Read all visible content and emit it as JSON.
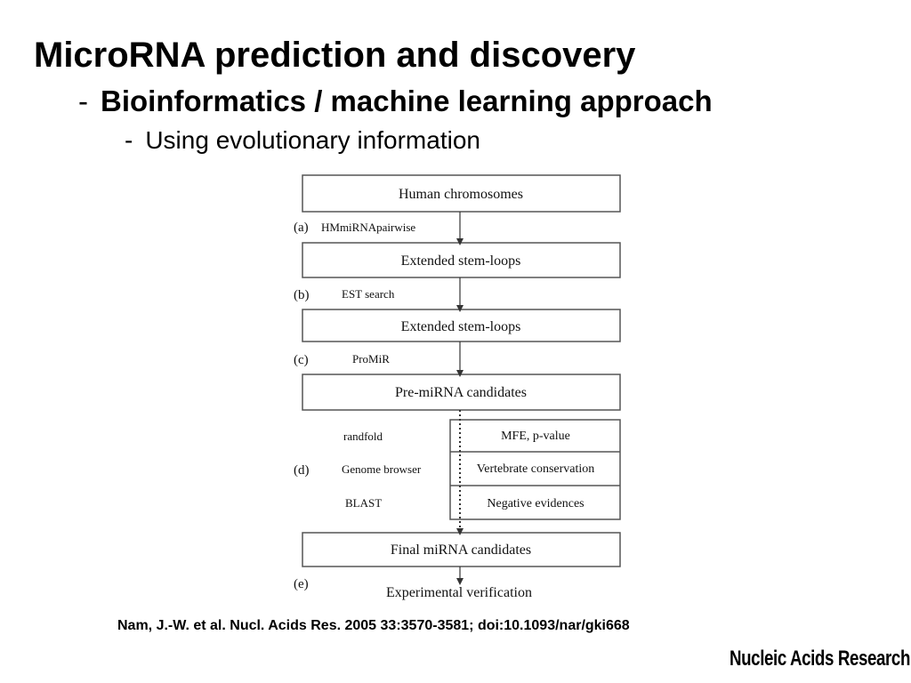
{
  "slide": {
    "title": "MicroRNA prediction and discovery",
    "bullet1": {
      "dash": "-",
      "text_bold": "Bioinformatics",
      "text_rest": " / machine learning approach"
    },
    "bullet2": {
      "dash": "-",
      "text": "Using evolutionary information"
    }
  },
  "diagram": {
    "boxes": [
      "Human chromosomes",
      "Extended stem-loops",
      "Extended stem-loops",
      "Pre-miRNA candidates",
      "Final miRNA candidates"
    ],
    "steps": [
      {
        "letter": "(a)",
        "method": "HMmiRNApairwise"
      },
      {
        "letter": "(b)",
        "method": "EST search"
      },
      {
        "letter": "(c)",
        "method": "ProMiR"
      },
      {
        "letter": "(d)",
        "method": ""
      },
      {
        "letter": "(e)",
        "method": ""
      }
    ],
    "filters": [
      {
        "tool": "randfold",
        "criterion": "MFE, p-value"
      },
      {
        "tool": "Genome browser",
        "criterion": "Vertebrate conservation"
      },
      {
        "tool": "BLAST",
        "criterion": "Negative evidences"
      }
    ],
    "final_step": "Experimental verification"
  },
  "citation": "Nam, J.-W. et al. Nucl. Acids Res. 2005 33:3570-3581; doi:10.1093/nar/gki668",
  "journal_logo": "Nucleic Acids Research"
}
